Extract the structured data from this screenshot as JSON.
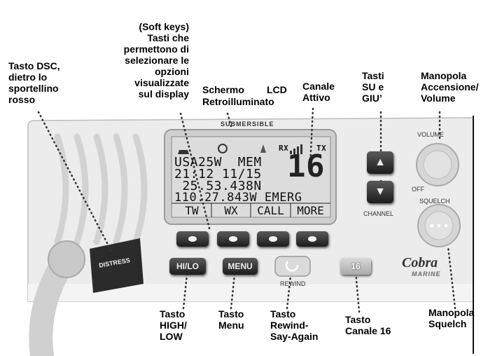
{
  "labels": {
    "tasto_dsc": "Tasto DSC,\ndietro lo\nsportellino\nrosso",
    "soft_keys": "(Soft keys)\nTasti che\npermettono di\nselezionare le\nopzioni\nvisualizzate\nsul display",
    "schermo_lcd_1": "Schermo",
    "schermo_lcd_2": "LCD",
    "schermo_lcd_3": "Retroilluminato",
    "canale_attivo": "Canale\nAttivo",
    "tasti_su_giu": "Tasti\nSU e\nGIU’",
    "manopola_volume": "Manopola\nAccensione/\nVolume",
    "tasto_high_low": "Tasto\nHIGH/\nLOW",
    "tasto_menu": "Tasto\nMenu",
    "tasto_rewind": "Tasto\nRewind-\nSay-Again",
    "tasto_canale16": "Tasto\nCanale 16",
    "manopola_squelch": "Manopola\nSquelch"
  },
  "radio": {
    "brand_top": "SUBMERSIBLE",
    "volume": "VOLUME",
    "off": "OFF",
    "squelch": "SQUELCH",
    "channel": "CHANNEL",
    "rewind": "REWIND",
    "distress": "DISTRESS",
    "logo": "Cobra",
    "logo_sub": "MARINE",
    "hilo_button": "HI/LO",
    "menu_button": "MENU",
    "ch16_button": "16",
    "up_arrow": "▲",
    "down_arrow": "▼"
  },
  "lcd": {
    "rx": "RX",
    "tx": "TX",
    "row1": "USA25W  MEM",
    "row2": "21:12 11/15",
    "row3": " 25.53.438N",
    "row4": "110.27.843W EMERG",
    "channel": "16",
    "softkeys": [
      "TW",
      "WX",
      "CALL",
      "MORE"
    ]
  },
  "colors": {
    "panel": "#e9e9e9",
    "lcd_bg": "#d9d9d9",
    "button_dark": "#2a2a2a",
    "text": "#000000"
  }
}
